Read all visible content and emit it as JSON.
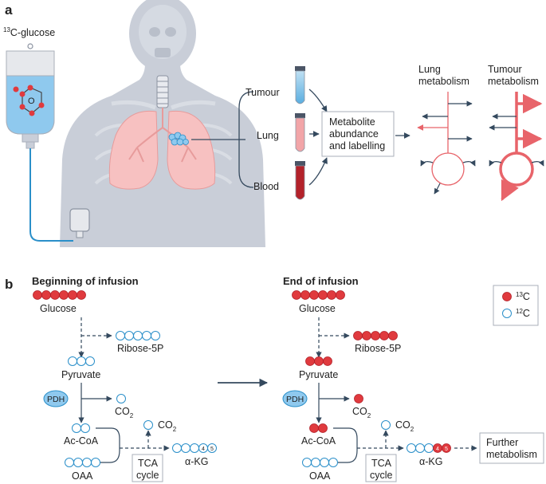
{
  "panel_a": {
    "label": "a",
    "glucose_label": "C-glucose",
    "glucose_sup": "13",
    "ring_atom": "O",
    "samples": {
      "tumour": "Tumour",
      "lung": "Lung",
      "blood": "Blood"
    },
    "analysis_box": [
      "Metabolite",
      "abundance",
      "and labelling"
    ],
    "lung_metabolism": [
      "Lung",
      "metabolism"
    ],
    "tumour_metabolism": [
      "Tumour",
      "metabolism"
    ]
  },
  "panel_b": {
    "label": "b",
    "left_title": "Beginning of infusion",
    "right_title": "End of infusion",
    "metabolites": {
      "glucose": "Glucose",
      "ribose": "Ribose-5P",
      "pyruvate": "Pyruvate",
      "pdh": "PDH",
      "co2": "CO",
      "co2_sub": "2",
      "accoa": "Ac-CoA",
      "oaa": "OAA",
      "akg": "α-KG",
      "tca": [
        "TCA",
        "cycle"
      ],
      "further": [
        "Further",
        "metabolism"
      ]
    },
    "carbon_labels": [
      "4",
      "5"
    ],
    "legend": {
      "c13": "C",
      "c13_sup": "13",
      "c12": "C",
      "c12_sup": "12"
    }
  },
  "colors": {
    "labelled": "#e03a3e",
    "unlabelled": "#ffffff",
    "unlabelled_stroke": "#2a8fc9",
    "arrow": "#34495e",
    "pink": "#e8646a",
    "lung": "#f7c1c1",
    "body": "#c9ced8"
  }
}
